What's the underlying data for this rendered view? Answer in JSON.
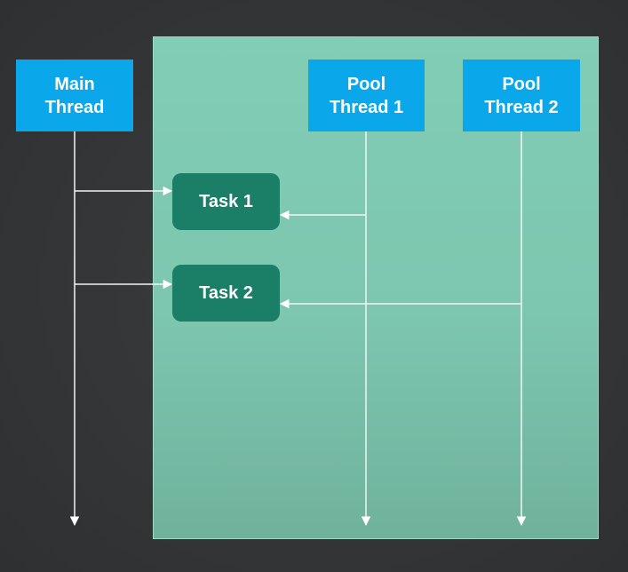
{
  "threads": {
    "main": {
      "line1": "Main",
      "line2": "Thread"
    },
    "pool1": {
      "line1": "Pool",
      "line2": "Thread 1"
    },
    "pool2": {
      "line1": "Pool",
      "line2": "Thread 2"
    }
  },
  "tasks": {
    "task1": "Task 1",
    "task2": "Task 2"
  },
  "colors": {
    "background": "#333537",
    "pool_area": "#81cdb5",
    "thread_box": "#0aa8ea",
    "task_box": "#1a7f66",
    "arrow": "#ffffff"
  }
}
